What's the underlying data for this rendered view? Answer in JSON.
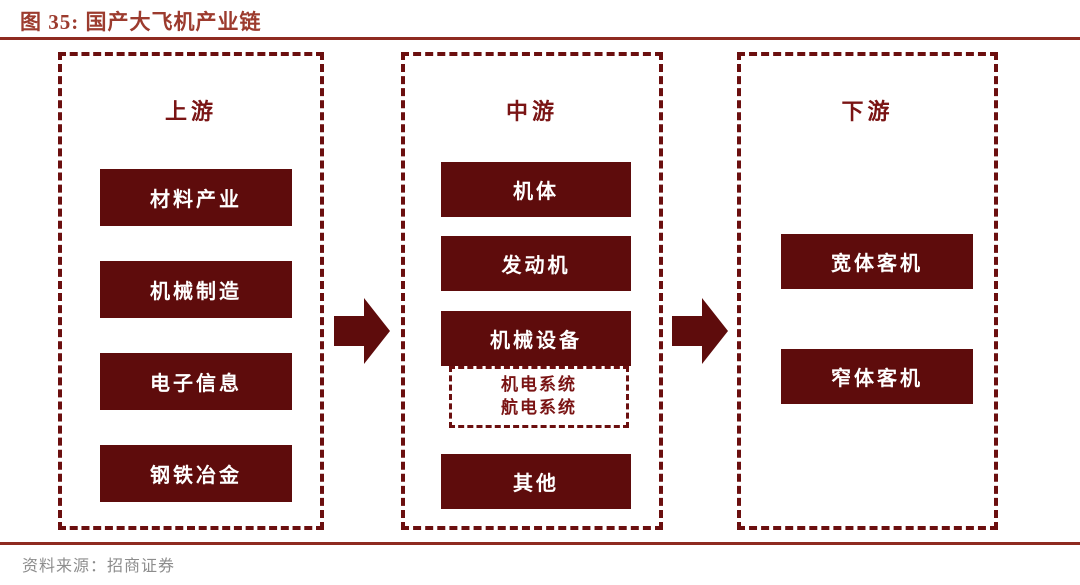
{
  "figure": {
    "title": "图 35: 国产大飞机产业链",
    "source_note": "资料来源：招商证券"
  },
  "colors": {
    "title_text": "#9c3b2e",
    "rule": "#8e2a20",
    "box_fill": "#5e0c0c",
    "box_text": "#ffffff",
    "dashed_border": "#6b0f0f",
    "stage_title_text": "#7a1414",
    "sub_box_text": "#7a1414",
    "arrow_fill": "#5e0c0c",
    "source_text": "#8d8d8d",
    "background": "#ffffff"
  },
  "diagram": {
    "type": "value-chain-flow",
    "stages": [
      {
        "id": "upstream",
        "title": "上游",
        "nodes": [
          {
            "label": "材料产业"
          },
          {
            "label": "机械制造"
          },
          {
            "label": "电子信息"
          },
          {
            "label": "钢铁冶金"
          }
        ]
      },
      {
        "id": "midstream",
        "title": "中游",
        "nodes": [
          {
            "label": "机体"
          },
          {
            "label": "发动机"
          },
          {
            "label": "机械设备"
          },
          {
            "label": "其他"
          }
        ],
        "sub_box": {
          "line1": "机电系统",
          "line2": "航电系统"
        }
      },
      {
        "id": "downstream",
        "title": "下游",
        "nodes": [
          {
            "label": "宽体客机"
          },
          {
            "label": "窄体客机"
          }
        ]
      }
    ],
    "arrows": [
      {
        "id": "upstream-to-midstream",
        "direction": "right"
      },
      {
        "id": "midstream-to-downstream",
        "direction": "right"
      }
    ]
  }
}
